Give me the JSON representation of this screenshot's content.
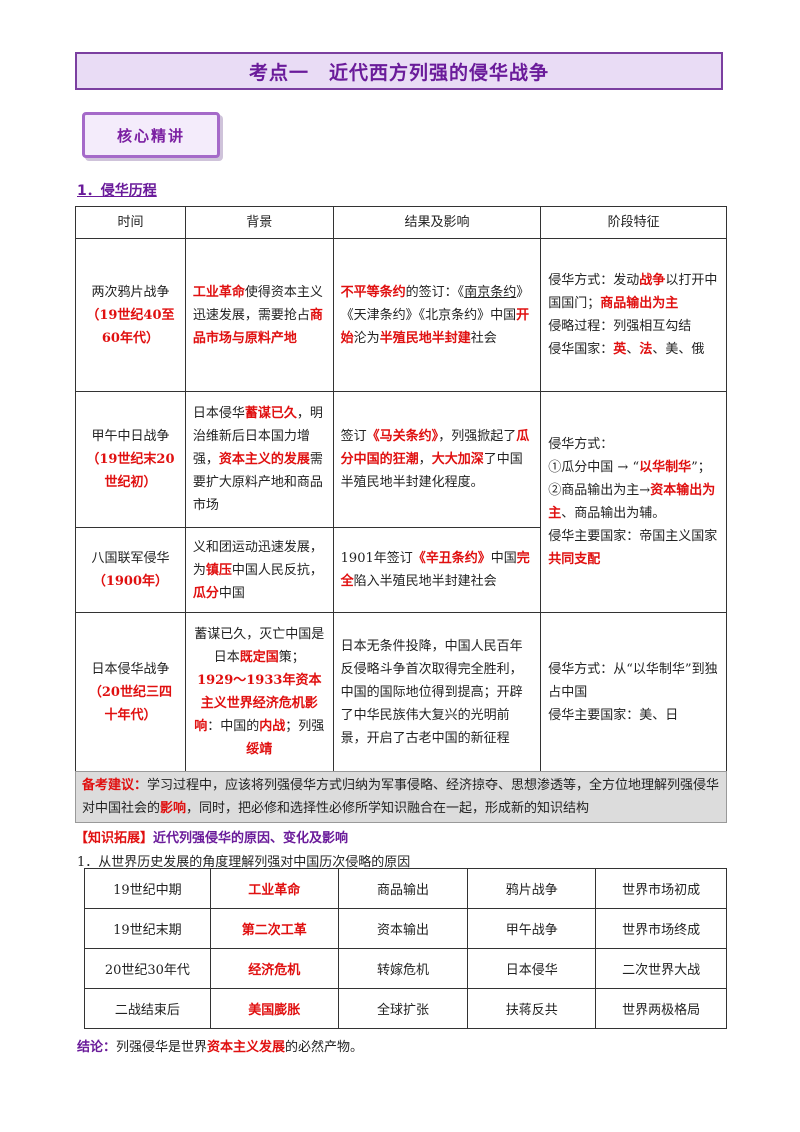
{
  "title": "考点一　近代西方列强的侵华战争",
  "badge": "核心精讲",
  "section": "1．侵华历程",
  "main_table": {
    "headers": [
      "时间",
      "背景",
      "结果及影响",
      "阶段特征"
    ],
    "rows": [
      {
        "time": "两次鸦片战争",
        "period": "（19世纪40至60年代）",
        "bg": [
          [
            "",
            "工业革命"
          ],
          [
            "使得资本主义迅速发展，需要抢占",
            ""
          ],
          [
            "",
            "商品市场与原料产地"
          ]
        ],
        "result": [
          [
            "",
            "不平等条约"
          ],
          [
            "的签订：《",
            ""
          ],
          [
            "u",
            "南京条约"
          ],
          [
            "》《天津条约》《北京条约》中国",
            ""
          ],
          [
            "",
            "开始"
          ],
          [
            "沦为",
            ""
          ],
          [
            "",
            "半殖民地半封建"
          ],
          [
            "社会",
            ""
          ]
        ],
        "feature": [
          [
            "侵华方式：发动",
            ""
          ],
          [
            "",
            "战争"
          ],
          [
            "以打开中国国门；",
            ""
          ],
          [
            "",
            "商品输出为主"
          ],
          [
            "\n侵略过程：列强相互勾结\n侵华国家：",
            ""
          ],
          [
            "",
            "英"
          ],
          [
            "、",
            ""
          ],
          [
            "",
            "法"
          ],
          [
            "、美、俄",
            ""
          ]
        ]
      },
      {
        "time": "甲午中日战争",
        "period": "（19世纪末20世纪初）",
        "bg": [
          [
            "日本侵华",
            ""
          ],
          [
            "",
            "蓄谋已久"
          ],
          [
            "，明治维新后日本国力增强，",
            ""
          ],
          [
            "",
            "资本主义的发展"
          ],
          [
            "需要扩大原料产地和商品市场",
            ""
          ]
        ],
        "result": [
          [
            "签订",
            ""
          ],
          [
            "",
            "《马关条约》"
          ],
          [
            "，列强掀起了",
            ""
          ],
          [
            "",
            "瓜分中国的狂潮"
          ],
          [
            "，",
            ""
          ],
          [
            "",
            "大大加深"
          ],
          [
            "了中国半殖民地半封建化程度。",
            ""
          ]
        ],
        "feature": [
          [
            "侵华方式：\n①瓜分中国 → “",
            ""
          ],
          [
            "",
            "以华制华"
          ],
          [
            "”；②商品输出为主→",
            ""
          ],
          [
            "",
            "资本输出为主"
          ],
          [
            "、商品输出为辅。\n侵华主要国家：帝国主义国家",
            ""
          ],
          [
            "",
            "共同支配"
          ]
        ]
      },
      {
        "time": "八国联军侵华",
        "period": "（1900年）",
        "bg": [
          [
            "义和团运动迅速发展，为",
            ""
          ],
          [
            "",
            "镇压"
          ],
          [
            "中国人民反抗，",
            ""
          ],
          [
            "",
            "瓜分"
          ],
          [
            "中国",
            ""
          ]
        ],
        "result": [
          [
            "1901年签订",
            ""
          ],
          [
            "",
            "《辛丑条约》"
          ],
          [
            "中国",
            ""
          ],
          [
            "",
            "完全"
          ],
          [
            "陷入半殖民地半封建社会",
            ""
          ]
        ]
      },
      {
        "time": "日本侵华战争",
        "period": "（20世纪三四十年代）",
        "bg": [
          [
            "蓄谋已久，灭亡中国是日本",
            ""
          ],
          [
            "",
            "既定国"
          ],
          [
            "策；\n",
            ""
          ],
          [
            "",
            "1929～1933年资本主义世界经济危机影响"
          ],
          [
            "：中国的",
            ""
          ],
          [
            "",
            "内战"
          ],
          [
            "；列强",
            ""
          ],
          [
            "",
            "绥靖"
          ]
        ],
        "result": [
          [
            "日本无条件投降，中国人民百年反侵略斗争首次取得完全胜利，中国的国际地位得到提高；开辟了中华民族伟大复兴的光明前景，开启了古老中国的新征程",
            ""
          ]
        ],
        "feature": [
          [
            "侵华方式：从“以华制华”到独占中国\n侵华主要国家：美、日",
            ""
          ]
        ]
      }
    ]
  },
  "advice": {
    "label": "备考建议：",
    "parts": [
      [
        "学习过程中，应该将列强侵华方式归纳为军事侵略、经济掠夺、思想渗透等，全方位地理解列强侵华对中国社会的",
        ""
      ],
      [
        "",
        "影响"
      ],
      [
        "，同时，把必修和选择性必修所学知识融合在一起，形成新的知识结构",
        ""
      ]
    ]
  },
  "extension": {
    "heading_label": "【知识拓展】",
    "heading_rest": "近代列强侵华的原因、变化及影响",
    "question": "1．从世界历史发展的角度理解列强对中国历次侵略的原因",
    "rows": [
      [
        "19世纪中期",
        "工业革命",
        "商品输出",
        "鸦片战争",
        "世界市场初成"
      ],
      [
        "19世纪末期",
        "第二次工革",
        "资本输出",
        "甲午战争",
        "世界市场终成"
      ],
      [
        "20世纪30年代",
        "经济危机",
        "转嫁危机",
        "日本侵华",
        "二次世界大战"
      ],
      [
        "二战结束后",
        "美国膨胀",
        "全球扩张",
        "扶蒋反共",
        "世界两极格局"
      ]
    ]
  },
  "conclusion": {
    "label": "结论：",
    "before": "列强侵华是世界",
    "highlight": "资本主义发展",
    "after": "的必然产物。"
  },
  "colors": {
    "accent_purple": "#6a1b9a",
    "highlight_red": "#e01010",
    "title_bg": "#e9dcf5"
  }
}
